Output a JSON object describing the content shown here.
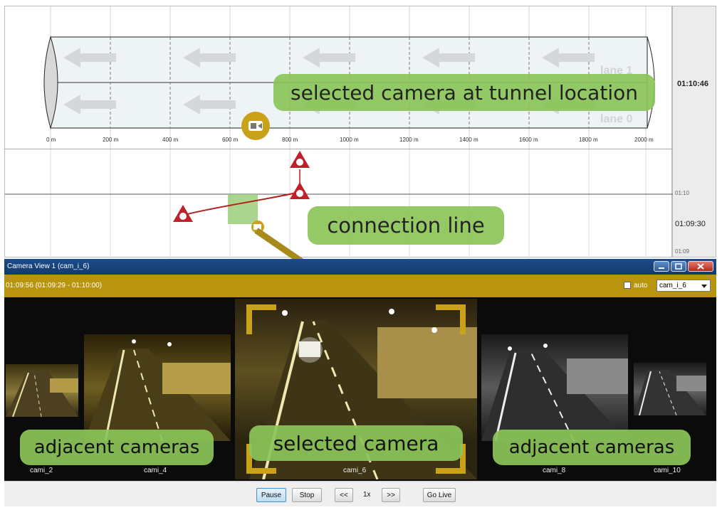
{
  "tunnel": {
    "distance_labels": [
      "0 m",
      "200 m",
      "400 m",
      "600 m",
      "800 m",
      "1000 m",
      "1200 m",
      "1400 m",
      "1600 m",
      "1800 m",
      "2000 m"
    ],
    "lane_top": "lane 1",
    "lane_bottom": "lane 0",
    "current_time": "01:10:46"
  },
  "timeline": {
    "tick_top": "01:10",
    "cursor_time": "01:09:30",
    "tick_bottom": "01:09"
  },
  "callouts": {
    "tunnel_location": "selected camera at tunnel location",
    "connection_line": "connection line",
    "adjacent_left": "adjacent cameras",
    "selected_camera": "selected camera",
    "adjacent_right": "adjacent cameras"
  },
  "window": {
    "title": "Camera View 1 (cam_i_6)",
    "time_range": "01:09:56 (01:09:29 - 01:10:00)",
    "auto_label": "auto",
    "camera_select_value": "cam_i_6"
  },
  "cameras": [
    {
      "label": "cami_2"
    },
    {
      "label": "cami_4"
    },
    {
      "label": "cami_6"
    },
    {
      "label": "cami_8"
    },
    {
      "label": "cami_10"
    }
  ],
  "controls": {
    "pause": "Pause",
    "stop": "Stop",
    "rewind": "<<",
    "speed": "1x",
    "forward": ">>",
    "go_live": "Go Live"
  },
  "colors": {
    "accent_gold": "#b8940f",
    "callout_green": "#8bc559",
    "incident_red": "#c0202a",
    "title_blue": "#1d4c89"
  }
}
